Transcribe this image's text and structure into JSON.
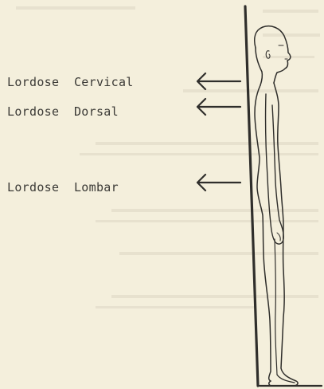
{
  "labels": {
    "cervical": "Lordose  Cervical",
    "dorsal": "Lordose  Dorsal",
    "lombar": "Lordose  Lombar"
  },
  "colors": {
    "paper": "#f4efdc",
    "ink": "#2f2e2b",
    "bleed_through": "#ddd6c4"
  },
  "icons": {
    "arrow": "left-arrow-icon",
    "figure": "standing-person-side-view",
    "wall": "wall-line"
  }
}
